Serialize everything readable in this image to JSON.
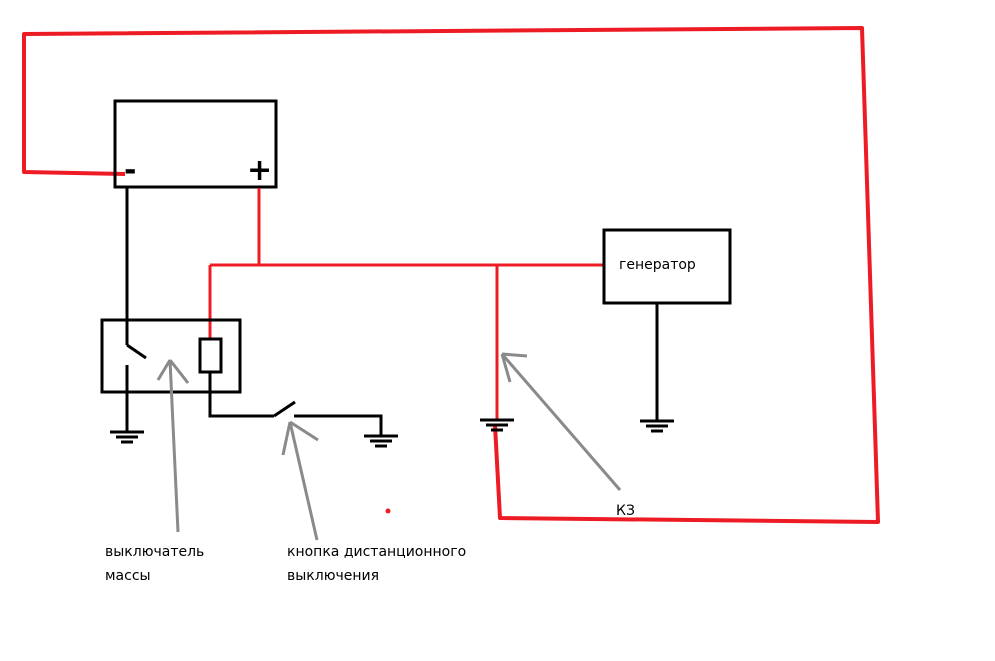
{
  "diagram": {
    "type": "electrical-circuit",
    "colors": {
      "wire_positive": "#ed1c24",
      "wire_ground": "#000000",
      "pointer_arrow": "#8a8a8a"
    },
    "battery": {
      "negative_label": "-",
      "positive_label": "+"
    },
    "generator": {
      "label": "генератор"
    },
    "labels": {
      "mass_switch_line1": "выключатель",
      "mass_switch_line2": "массы",
      "remote_button_line1": "кнопка дистанционного",
      "remote_button_line2": "выключения",
      "short_circuit": "КЗ"
    }
  }
}
